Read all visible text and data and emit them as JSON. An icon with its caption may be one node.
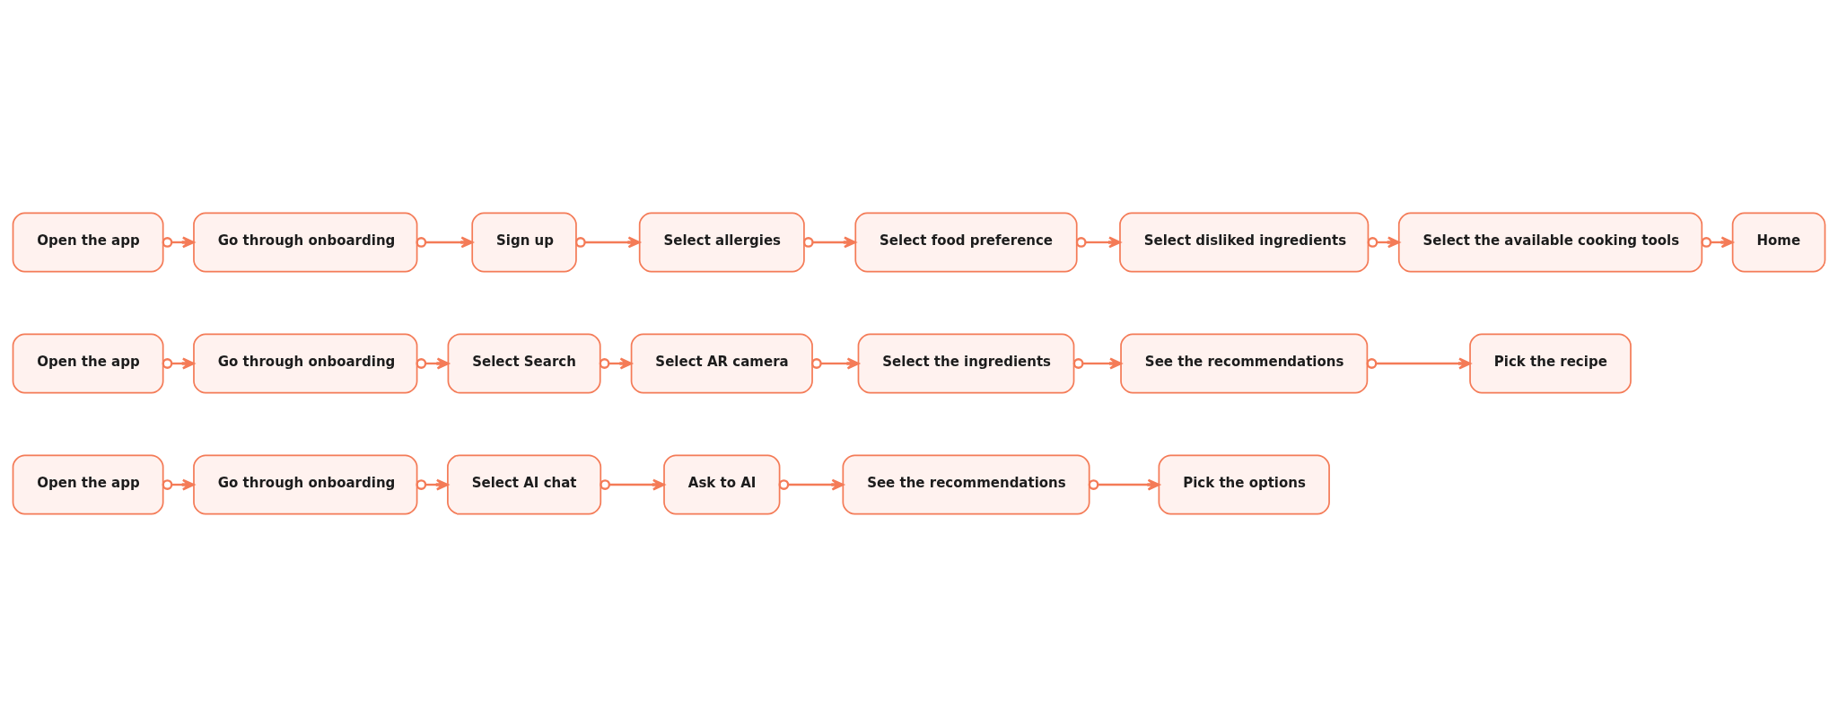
{
  "diagram": {
    "nodes": [
      {
        "text": [
          "Open the app"
        ]
      },
      {
        "text": [
          "Go through onboarding"
        ]
      },
      {
        "text": [
          "Sign up"
        ]
      },
      {
        "text": [
          "Select allergies"
        ]
      },
      {
        "text": [
          "Select food preference"
        ]
      },
      {
        "text": [
          "Select disliked ingredients"
        ]
      },
      {
        "text": [
          "Select the available cooking tools"
        ]
      },
      {
        "text": [
          "Home"
        ]
      },
      {
        "text": [
          "Open the app"
        ]
      },
      {
        "text": [
          "Go through onboarding"
        ]
      },
      {
        "text": [
          "Select Search"
        ]
      },
      {
        "text": [
          "Select AR camera"
        ]
      },
      {
        "text": [
          "Select the ingredients"
        ]
      },
      {
        "text": [
          "See the recommendations"
        ]
      },
      {
        "text": [
          "Pick the recipe"
        ]
      },
      {
        "text": [
          "Open the app"
        ]
      },
      {
        "text": [
          "Go through onboarding"
        ]
      },
      {
        "text": [
          "Select AI chat"
        ]
      },
      {
        "text": [
          "Ask to AI"
        ]
      },
      {
        "text": [
          "See the recommendations"
        ]
      },
      {
        "text": [
          "Pick the options"
        ]
      }
    ],
    "edges": [
      {
        "from": 0,
        "to": 1,
        "arrow": "to"
      },
      {
        "from": 1,
        "to": 2,
        "arrow": "to"
      },
      {
        "from": 2,
        "to": 3,
        "arrow": "to"
      },
      {
        "from": 3,
        "to": 4,
        "arrow": "to"
      },
      {
        "from": 4,
        "to": 5,
        "arrow": "to"
      },
      {
        "from": 5,
        "to": 6,
        "arrow": "to"
      },
      {
        "from": 6,
        "to": 7,
        "arrow": "to"
      },
      {
        "from": 8,
        "to": 9,
        "arrow": "to"
      },
      {
        "from": 9,
        "to": 10,
        "arrow": "to"
      },
      {
        "from": 10,
        "to": 11,
        "arrow": "to"
      },
      {
        "from": 11,
        "to": 12,
        "arrow": "to"
      },
      {
        "from": 12,
        "to": 13,
        "arrow": "to"
      },
      {
        "from": 13,
        "to": 14,
        "arrow": "to"
      },
      {
        "from": 15,
        "to": 16,
        "arrow": "to"
      },
      {
        "from": 16,
        "to": 17,
        "arrow": "to"
      },
      {
        "from": 17,
        "to": 18,
        "arrow": "to"
      },
      {
        "from": 18,
        "to": 19,
        "arrow": "to"
      },
      {
        "from": 19,
        "to": 20,
        "arrow": "to"
      }
    ]
  }
}
